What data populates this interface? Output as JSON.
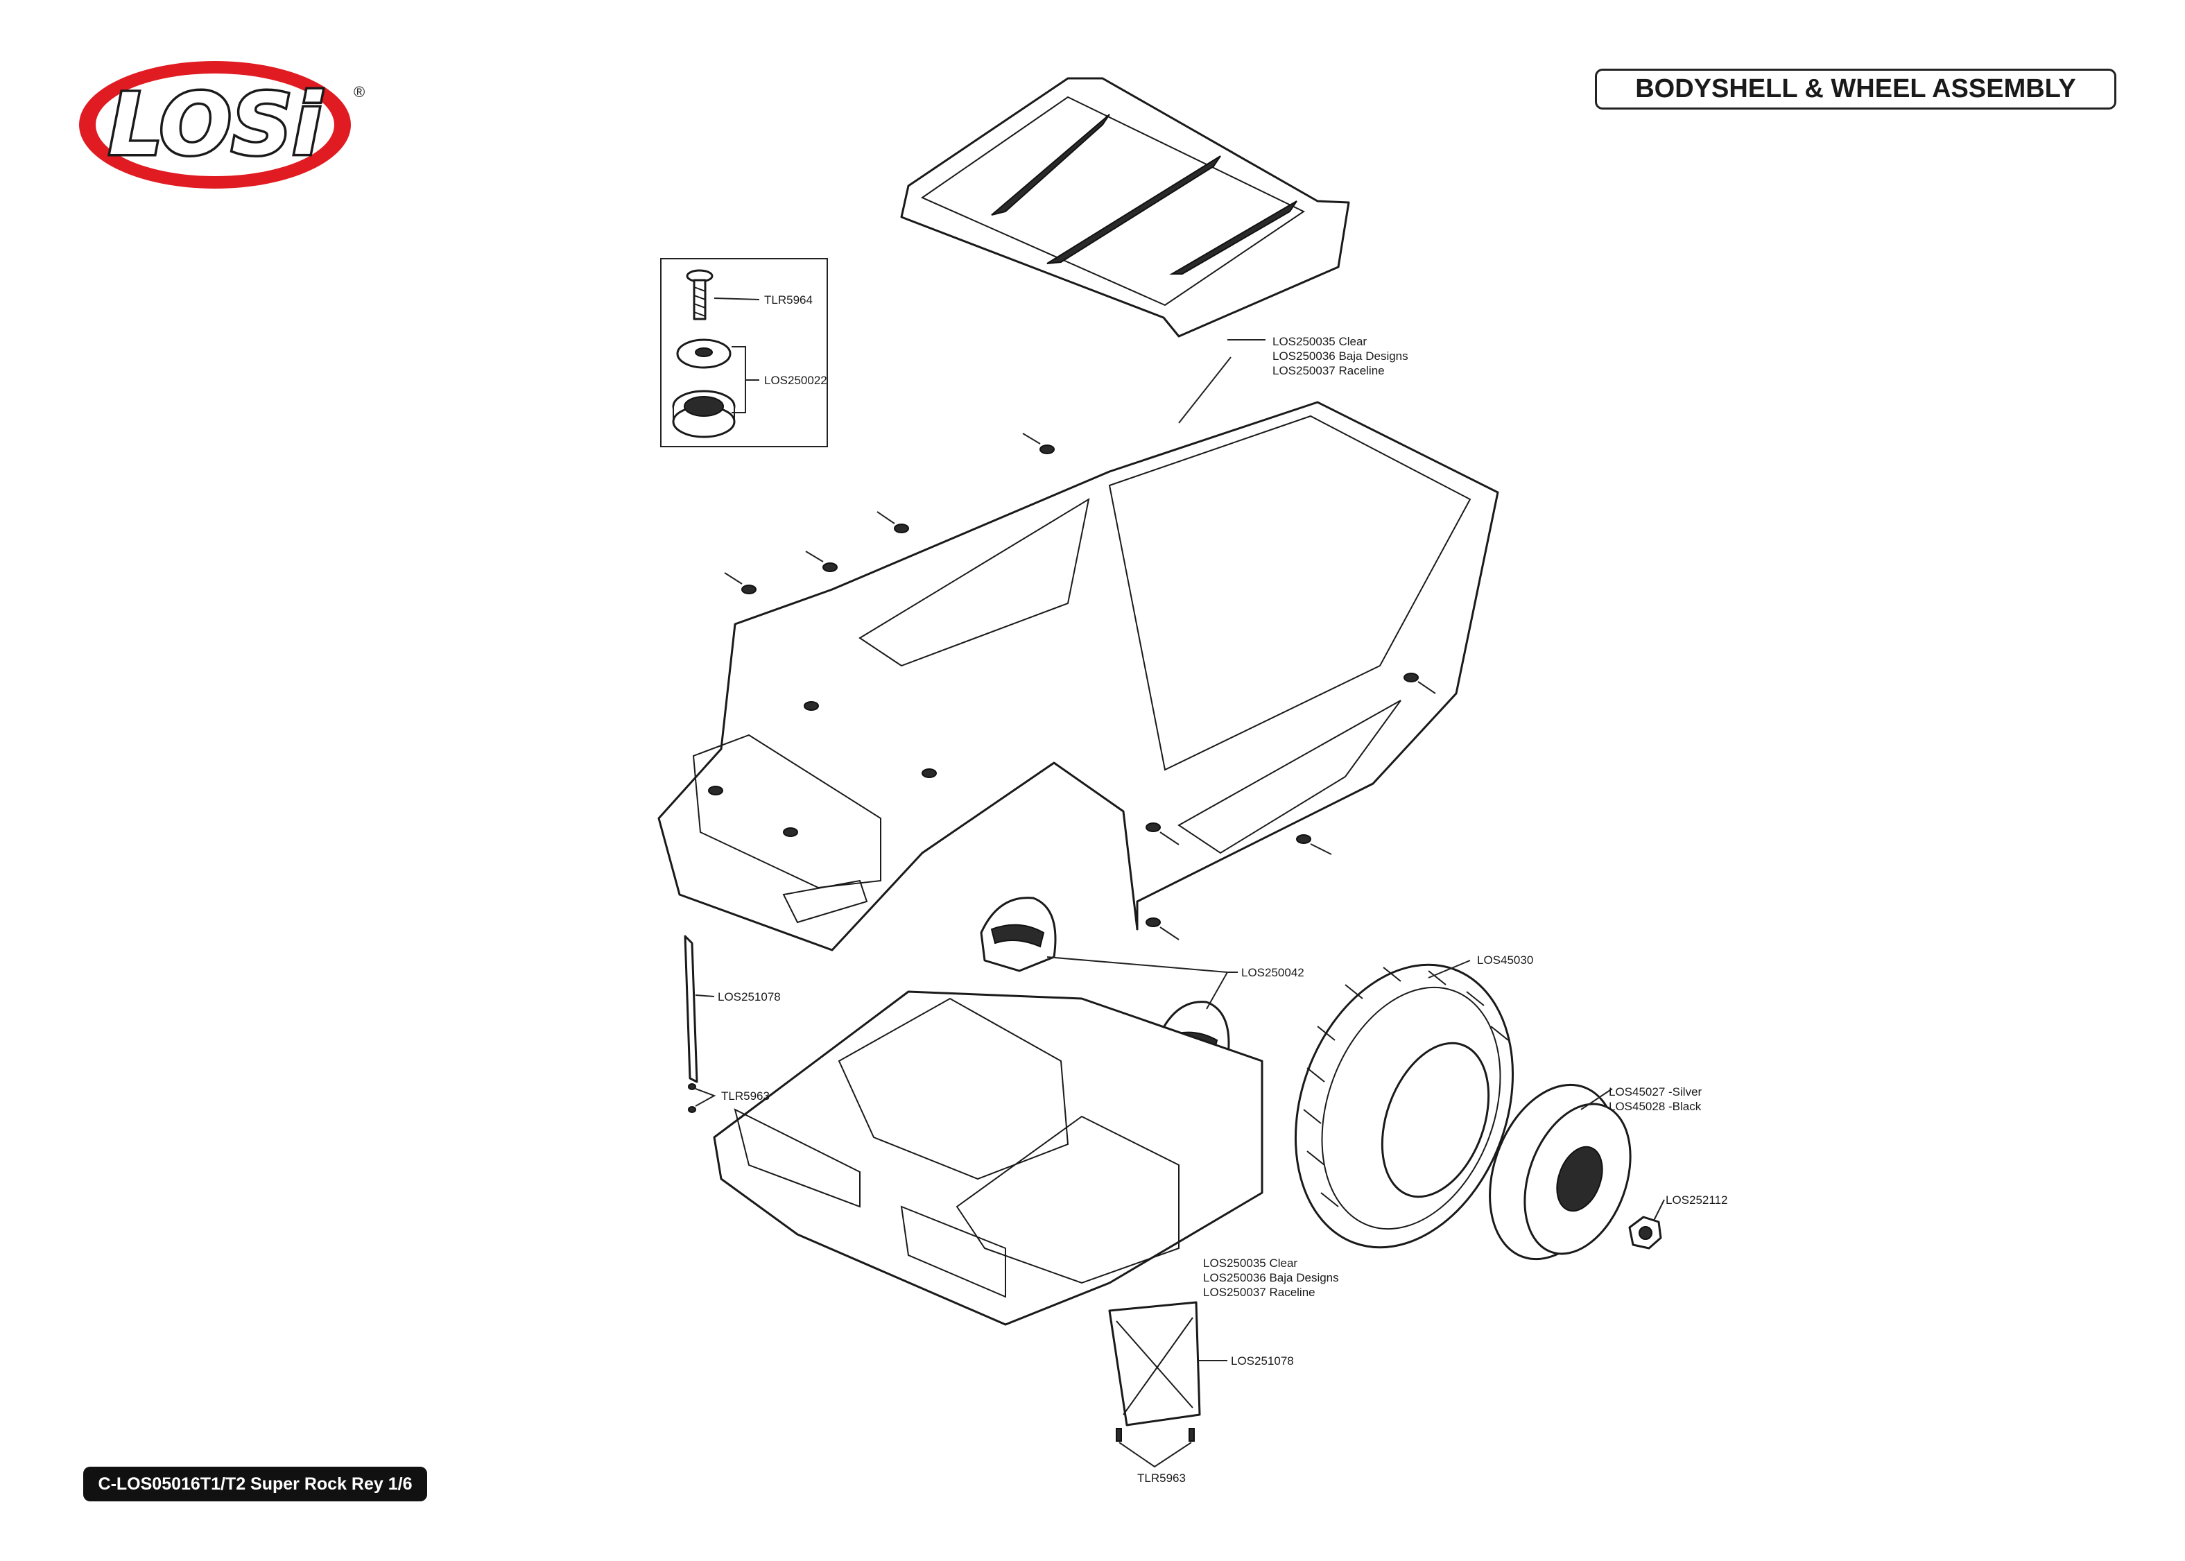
{
  "brand": {
    "logo_text": "LOSi",
    "registered_mark": "®"
  },
  "header": {
    "title": "BODYSHELL & WHEEL ASSEMBLY"
  },
  "footer": {
    "model_label": "C-LOS05016T1/T2 Super Rock Rey 1/6"
  },
  "inset": {
    "labels": [
      "TLR5964",
      "LOS250022"
    ]
  },
  "callouts": {
    "roof": [
      "LOS250035  Clear",
      "LOS250036  Baja Designs",
      "LOS250037  Raceline"
    ],
    "interior": [
      "LOS250035  Clear",
      "LOS250036  Baja Designs",
      "LOS250037  Raceline"
    ],
    "helmet": "LOS250042",
    "side_panel": "LOS251078",
    "side_screw": "TLR5963",
    "tire": "LOS45030",
    "wheel": [
      "LOS45027 -Silver",
      "LOS45028 -Black"
    ],
    "nut": "LOS252112",
    "skid_plate": "LOS251078",
    "skid_screw": "TLR5963"
  }
}
